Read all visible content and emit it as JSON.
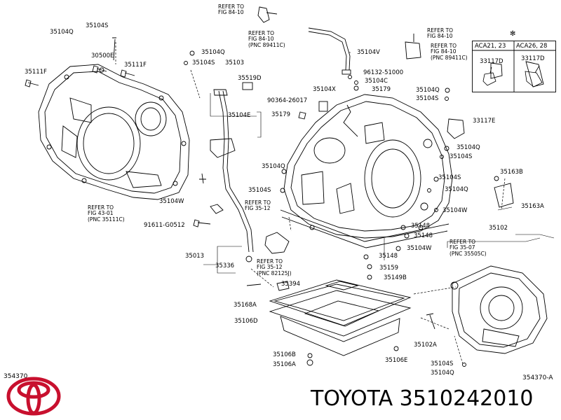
{
  "labels": {
    "l_35104S_a": "35104S",
    "l_35104Q_a": "35104Q",
    "l_30500E": "30500E",
    "l_35111F_a": "35111F",
    "l_35111F_b": "35111F",
    "l_35104Q_b": "35104Q",
    "l_35104S_b": "35104S",
    "l_35103": "35103",
    "l_35519D": "35519D",
    "l_35104E": "35104E",
    "l_90364": "90364-26017",
    "l_35179_a": "35179",
    "l_35104X": "35104X",
    "l_35104C": "35104C",
    "l_35179_b": "35179",
    "l_96132": "96132-51000",
    "l_35104V": "35104V",
    "l_35104Q_c": "35104Q",
    "l_35104S_c": "35104S",
    "l_33117E": "33117E",
    "l_35104Q_d": "35104Q",
    "l_35104S_d": "35104S",
    "l_35104Q_e": "35104Q",
    "l_35104S_e": "35104S",
    "l_35104S_f": "35104S",
    "l_35104Q_f": "35104Q",
    "l_35163B": "35163B",
    "l_35163A": "35163A",
    "l_35104W_a": "35104W",
    "l_35104W_b": "35104W",
    "l_91611": "91611-G0512",
    "l_35148_a": "35148",
    "l_35148_b": "35148",
    "l_35104W_c": "35104W",
    "l_35102": "35102",
    "l_35013": "35013",
    "l_35336": "35336",
    "l_35148_c": "35148",
    "l_35159": "35159",
    "l_35149B": "35149B",
    "l_35394": "35394",
    "l_35168A": "35168A",
    "l_35106D": "35106D",
    "l_35102A": "35102A",
    "l_35106B": "35106B",
    "l_35106A": "35106A",
    "l_35106E": "35106E",
    "l_35104S_g": "35104S",
    "l_35104Q_g": "35104Q"
  },
  "refs": {
    "r1": "REFER TO\nFIG 84-10",
    "r2": "REFER TO\nFIG 84-10\n(PNC 89411C)",
    "r3": "REFER TO\nFIG 84-10",
    "r4": "REFER TO\nFIG 84-10\n(PNC 89411C)",
    "r5": "REFER TO\nFIG 43-01\n(PNC 35111C)",
    "r6": "REFER TO\nFIG 35-12",
    "r7": "REFER TO\nFIG 35-12\n(PNC 82125J)",
    "r8": "REFER TO\nFIG 35-07\n(PNC 35505C)"
  },
  "inset": {
    "star": "✻",
    "col1_header": "ACA21, 23",
    "col2_header": "ACA26, 28",
    "col1_part": "33117D",
    "col2_part": "33117D"
  },
  "corners": {
    "bottom_left": "354370",
    "bottom_right": "354370-A"
  },
  "brand": {
    "text": "TOYOTA 3510242010",
    "logo_color": "#c8102e"
  },
  "colors": {
    "line": "#000000",
    "logo": "#c8102e"
  }
}
